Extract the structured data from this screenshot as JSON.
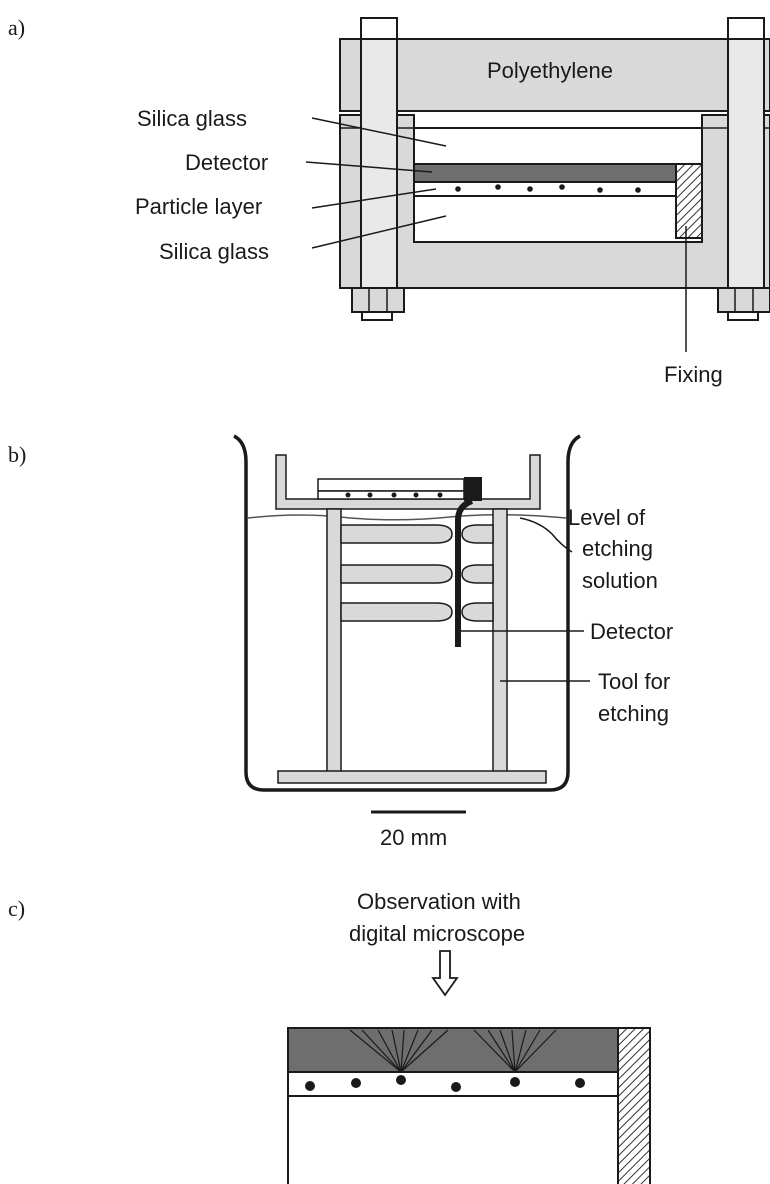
{
  "figure": {
    "panels": {
      "a": {
        "tag": "a)",
        "labels": {
          "polyethylene": "Polyethylene",
          "silica_glass_top": "Silica glass",
          "detector": "Detector",
          "particle_layer": "Particle layer",
          "silica_glass_bottom": "Silica glass",
          "fixing": "Fixing"
        }
      },
      "b": {
        "tag": "b)",
        "labels": {
          "level_line1": "Level of",
          "level_line2": "etching",
          "level_line3": "solution",
          "detector": "Detector",
          "tool_line1": "Tool for",
          "tool_line2": "etching",
          "scale": "20 mm"
        }
      },
      "c": {
        "tag": "c)",
        "labels": {
          "obs_line1": "Observation with",
          "obs_line2": "digital microscope"
        }
      }
    },
    "colors": {
      "polyethylene": "#d9d9d9",
      "detector": "#6e6e6e",
      "outline": "#1a1a1a",
      "background": "#ffffff"
    }
  }
}
